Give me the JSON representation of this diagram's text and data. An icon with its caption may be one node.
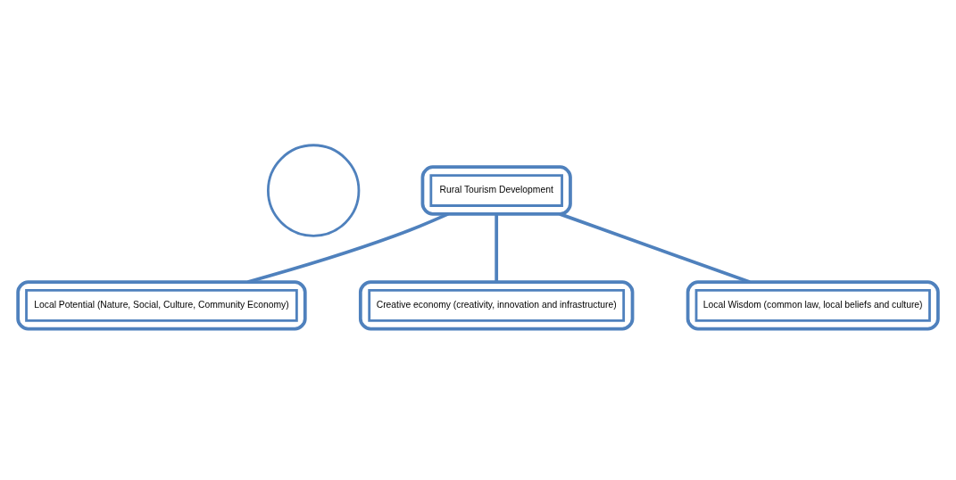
{
  "diagram": {
    "nodes": [
      {
        "text": [],
        "shape": "circle"
      },
      {
        "text": [],
        "shape": "box"
      },
      {
        "text": [
          "Local Potential (Nature, Social, Culture, Community Economy)"
        ],
        "in": 1
      },
      {
        "text": [],
        "shape": "box"
      },
      {
        "text": [
          "Rural Tourism Development"
        ],
        "in": 3
      },
      {
        "text": [],
        "shape": "box"
      },
      {
        "text": [
          "Creative economy (creativity, innovation and infrastructure)"
        ],
        "in": 5
      },
      {
        "text": [],
        "shape": "box"
      },
      {
        "text": [
          "Local Wisdom (common law, local beliefs and culture)"
        ],
        "in": 7
      }
    ],
    "edges": [
      {
        "from": 3,
        "to": 1,
        "arrow": "none"
      },
      {
        "from": 3,
        "to": 5,
        "arrow": "none"
      },
      {
        "from": 3,
        "to": 7,
        "arrow": "none"
      }
    ]
  }
}
